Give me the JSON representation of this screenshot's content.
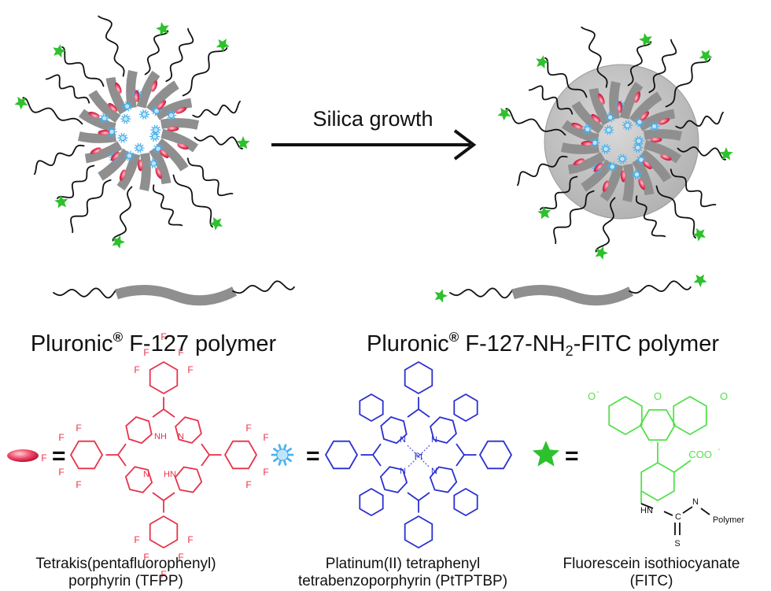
{
  "arrow": {
    "label": "Silica growth"
  },
  "polymers": {
    "left": {
      "name": "Pluronic",
      "reg": "®",
      "suffix": " F-127 polymer"
    },
    "right": {
      "name": "Pluronic",
      "reg": "®",
      "suffix_a": " F-127-NH",
      "subscript": "2",
      "suffix_b": "-FITC polymer"
    }
  },
  "legend": {
    "eq": "=",
    "tfpp": {
      "line1": "Tetrakis(pentafluorophenyl)",
      "line2": "porphyrin (TFPP)",
      "atoms": {
        "f": "F",
        "nh": "NH",
        "n": "N",
        "hn": "HN"
      }
    },
    "ptptbp": {
      "line1": "Platinum(II) tetraphenyl",
      "line2": "tetrabenzoporphyrin (PtTPTBP)",
      "atoms": {
        "n": "N",
        "pt": "Pt"
      }
    },
    "fitc": {
      "line1": "Fluorescein isothiocyanate",
      "line2": "(FITC)",
      "atoms": {
        "o_minus": "O",
        "minus": "-",
        "o": "O",
        "coo": "COO",
        "hn": "HN",
        "n": "N",
        "c": "C",
        "s": "S",
        "polymer": "Polymer"
      }
    }
  },
  "colors": {
    "tfpp": "#e8324a",
    "ptptbp": "#2a2fd0",
    "fitc": "#55e04a",
    "star": "#2ec12e",
    "block": "#8f8f8f",
    "silica": "#c4c4c4",
    "chain": "#111111"
  }
}
